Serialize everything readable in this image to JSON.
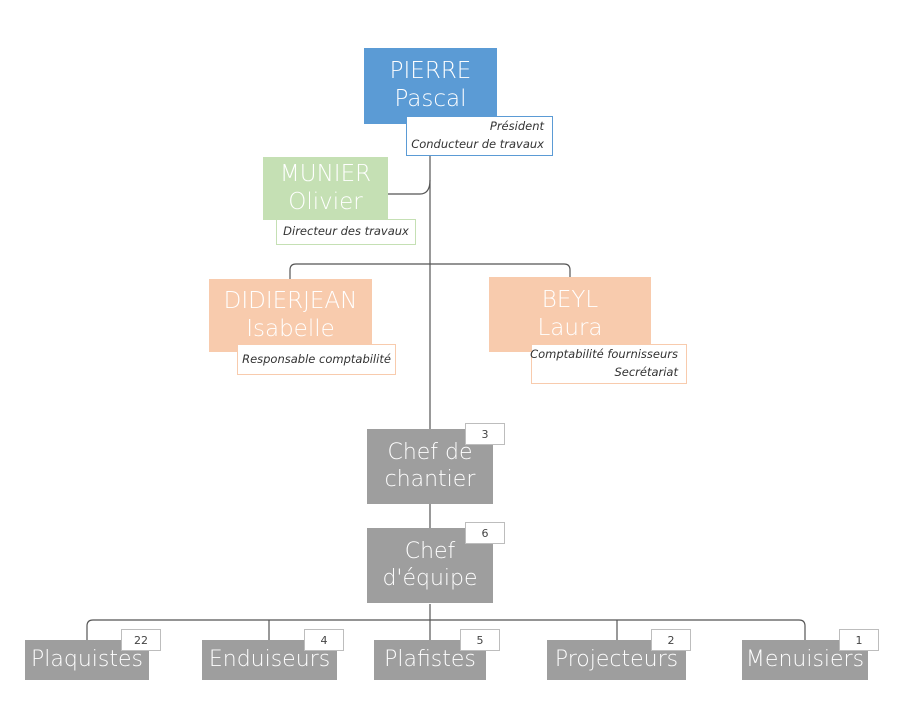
{
  "colors": {
    "president": "#5b9bd5",
    "director": "#c5e0b4",
    "admin": "#f8cbad",
    "field": "#9e9e9e",
    "line": "#555555"
  },
  "president": {
    "last_name": "PIERRE",
    "first_name": "Pascal",
    "roles": [
      "Président",
      "Conducteur de travaux"
    ]
  },
  "director": {
    "last_name": "MUNIER",
    "first_name": "Olivier",
    "roles": [
      "Directeur des travaux"
    ]
  },
  "admin_left": {
    "last_name": "DIDIERJEAN",
    "first_name": "Isabelle",
    "roles": [
      "Responsable comptabilité"
    ]
  },
  "admin_right": {
    "last_name": "BEYL",
    "first_name": "Laura",
    "roles": [
      "Comptabilité fournisseurs",
      "Secrétariat"
    ]
  },
  "site_manager": {
    "line1": "Chef de",
    "line2": "chantier",
    "count": "3"
  },
  "team_leader": {
    "line1": "Chef",
    "line2": "d'équipe",
    "count": "6"
  },
  "trades": [
    {
      "label": "Plaquistes",
      "count": "22"
    },
    {
      "label": "Enduiseurs",
      "count": "4"
    },
    {
      "label": "Plafistes",
      "count": "5"
    },
    {
      "label": "Projecteurs",
      "count": "2"
    },
    {
      "label": "Menuisiers",
      "count": "1"
    }
  ]
}
